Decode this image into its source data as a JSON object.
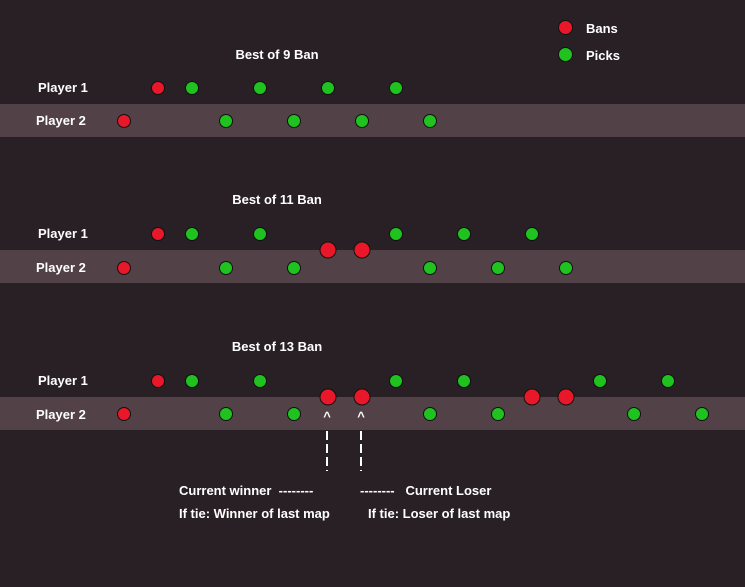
{
  "legend": {
    "bans": {
      "label": "Bans",
      "color": "#e8172a"
    },
    "picks": {
      "label": "Picks",
      "color": "#1fc21f"
    }
  },
  "diagrams": [
    {
      "title": "Best of 9 Ban",
      "player1": "Player 1",
      "player2": "Player 2",
      "sequence": [
        "P2:ban",
        "P1:ban",
        "P1:pick",
        "P2:pick",
        "P1:pick",
        "P2:pick",
        "P1:pick",
        "P2:pick",
        "P1:pick",
        "P2:pick"
      ]
    },
    {
      "title": "Best of 11 Ban",
      "player1": "Player 1",
      "player2": "Player 2",
      "sequence": [
        "P2:ban",
        "P1:ban",
        "P1:pick",
        "P2:pick",
        "P1:pick",
        "P2:pick",
        "Mid:ban",
        "Mid:ban",
        "P1:pick",
        "P2:pick",
        "P1:pick",
        "P2:pick",
        "P1:pick",
        "P2:pick"
      ]
    },
    {
      "title": "Best of 13 Ban",
      "player1": "Player 1",
      "player2": "Player 2",
      "sequence": [
        "P2:ban",
        "P1:ban",
        "P1:pick",
        "P2:pick",
        "P1:pick",
        "P2:pick",
        "Mid:ban",
        "Mid:ban",
        "P1:pick",
        "P2:pick",
        "P1:pick",
        "P2:pick",
        "Mid:ban",
        "Mid:ban",
        "P1:pick",
        "P2:pick",
        "P1:pick",
        "P2:pick"
      ]
    }
  ],
  "annotations": {
    "caret": "^",
    "winner_line1": "Current winner  --------",
    "winner_line2": "If tie: Winner of last map",
    "loser_line1": "--------   Current Loser",
    "loser_line2": "If tie: Loser of last map"
  }
}
